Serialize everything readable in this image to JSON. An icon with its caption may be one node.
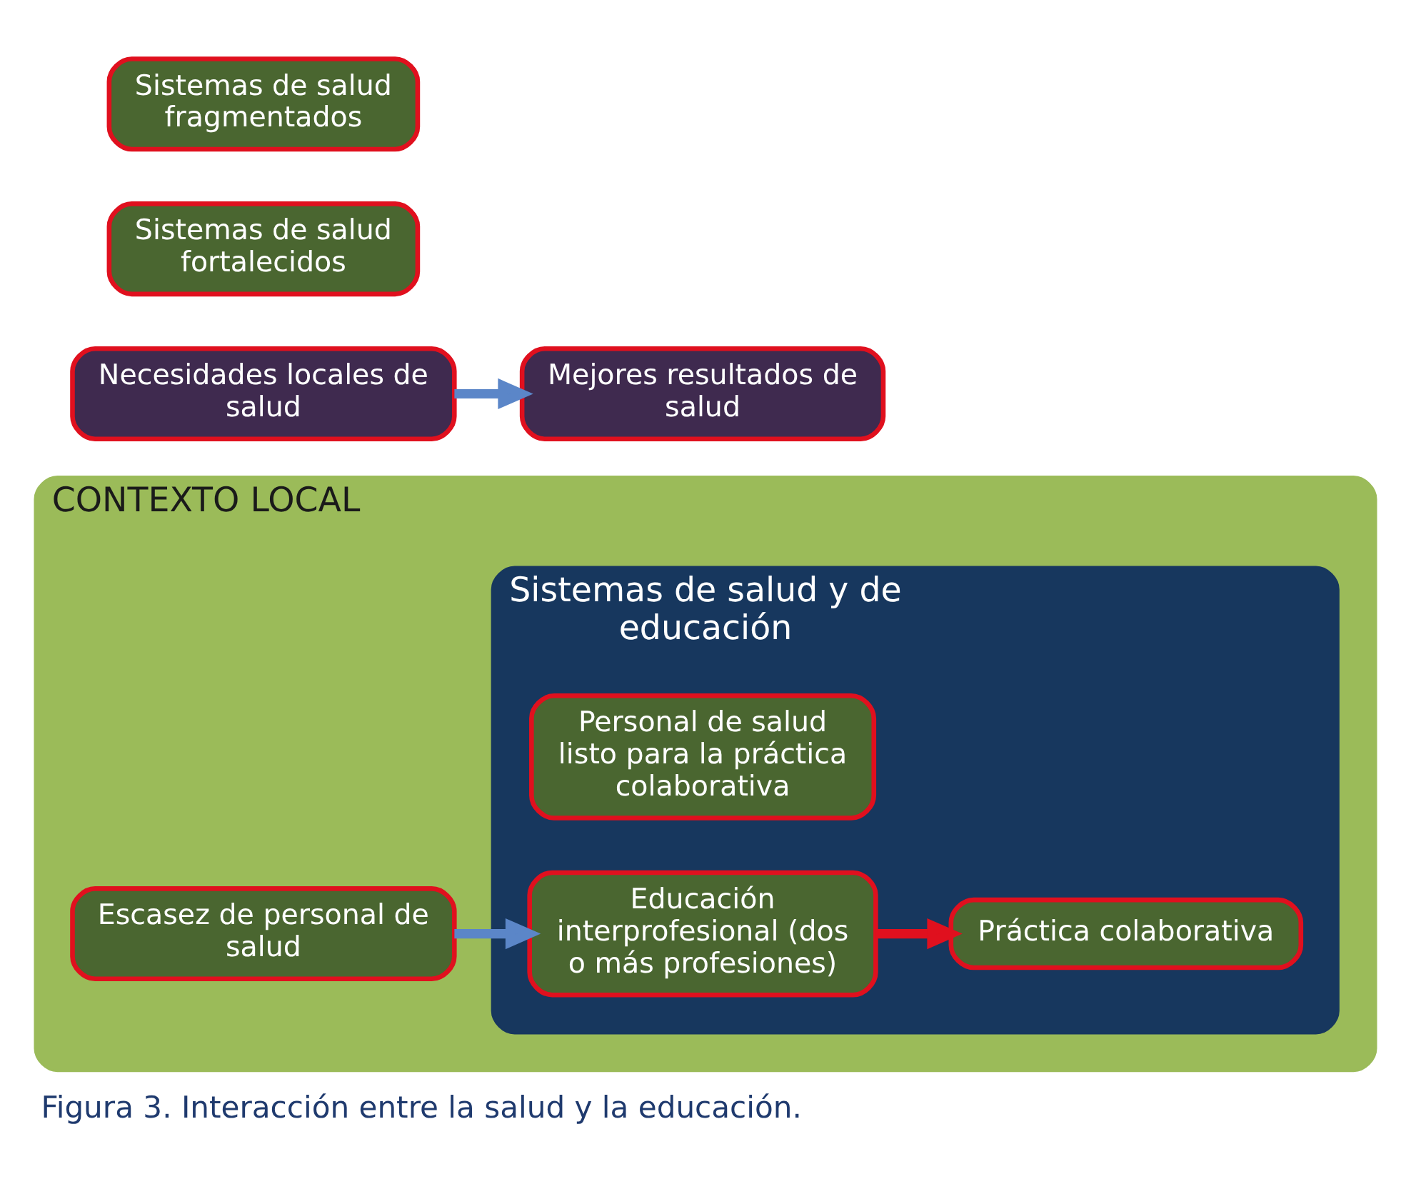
{
  "diagram": {
    "caption": "Figura 3. Interacción entre la salud y la educación.",
    "nodes": [
      {
        "text": [
          "CONTEXTO LOCAL"
        ]
      },
      {
        "text": [
          "Sistemas de salud y de educación"
        ],
        "in": 0
      },
      {
        "text": [
          "Mejores resultados de salud"
        ]
      },
      {
        "text": [
          "Sistemas de salud fortalecidos"
        ]
      },
      {
        "text": [
          "Práctica colaborativa"
        ],
        "in": 1
      },
      {
        "text": [
          "Personal de salud listo para la práctica colaborativa"
        ],
        "in": 1
      },
      {
        "text": [
          "Educación interprofesional (dos o más profesiones)"
        ],
        "in": 1
      },
      {
        "text": [
          "Escasez de personal de salud"
        ],
        "in": 0
      },
      {
        "text": [
          "Sistemas de salud fragmentados"
        ]
      },
      {
        "text": [
          "Necesidades locales de salud"
        ]
      }
    ],
    "edges": [
      {
        "from": 9,
        "to": 2,
        "arrow": "to"
      },
      {
        "from": 7,
        "to": 6,
        "arrow": "to"
      },
      {
        "from": 6,
        "to": 4,
        "arrow": "to",
        "color": "#e0101e"
      }
    ]
  }
}
